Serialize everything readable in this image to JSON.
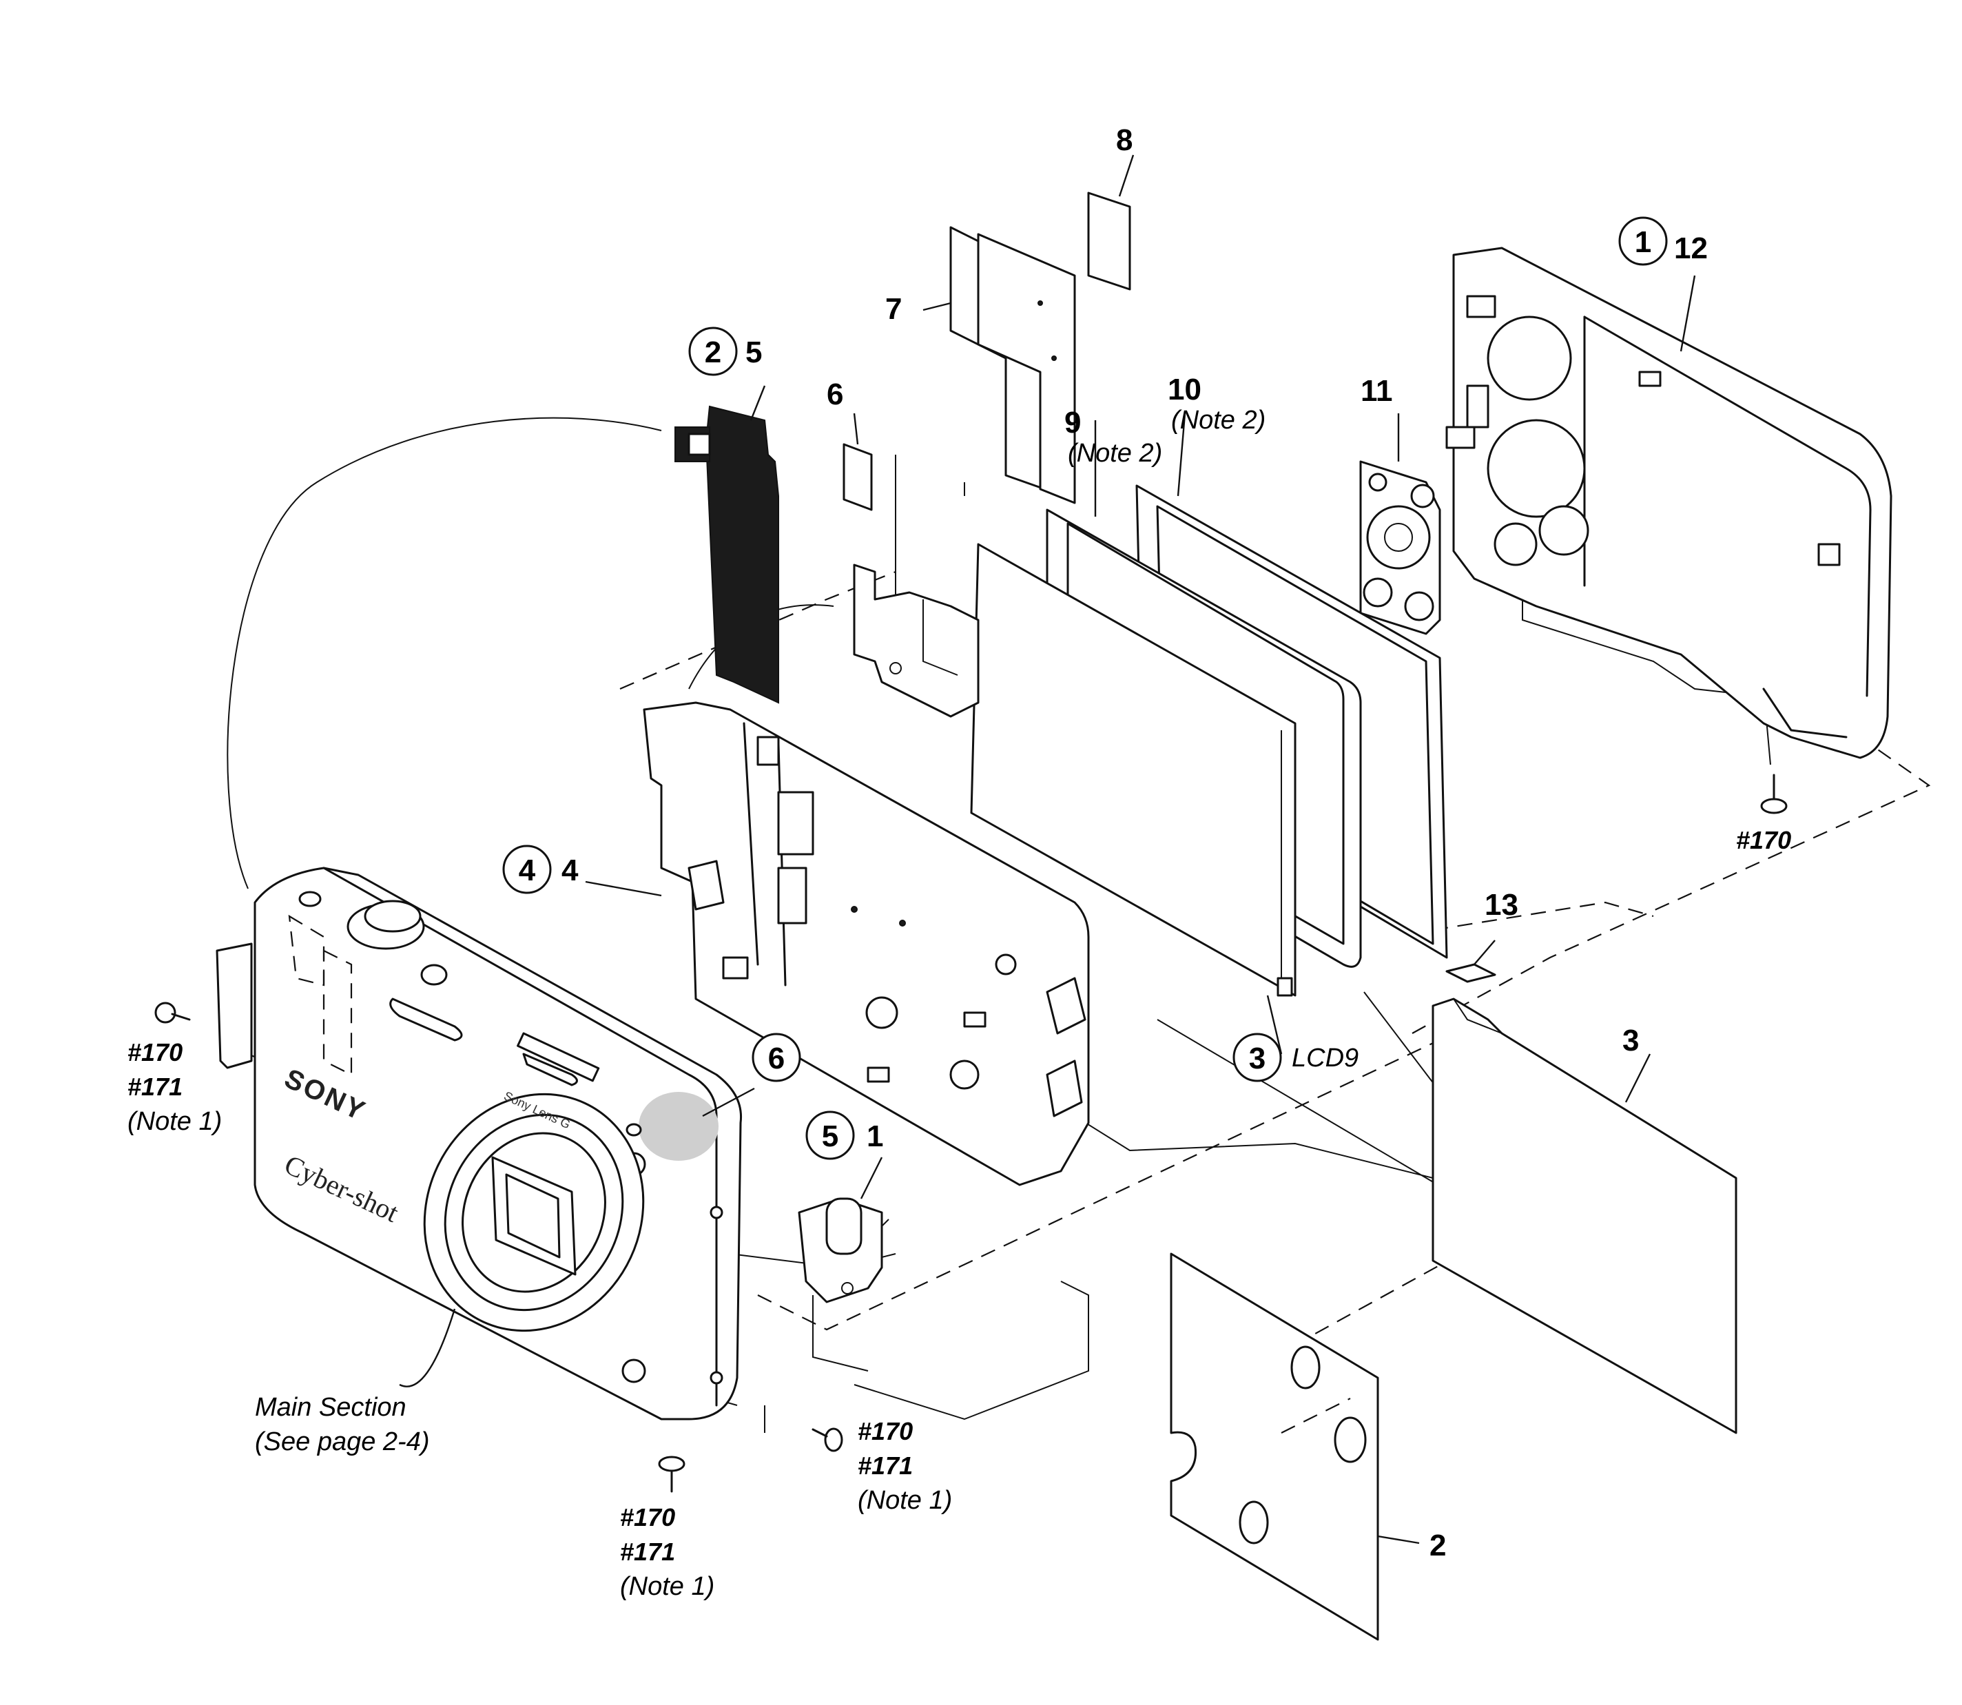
{
  "callouts": [
    {
      "id": "c1",
      "text": "1"
    },
    {
      "id": "c2",
      "text": "2"
    },
    {
      "id": "c3",
      "text": "3"
    },
    {
      "id": "c4",
      "text": "4"
    },
    {
      "id": "c5",
      "text": "5"
    },
    {
      "id": "c6",
      "text": "6"
    }
  ],
  "parts": {
    "p1": "1",
    "p2": "2",
    "p3": "3",
    "p4": "4",
    "p5": "5",
    "p6": "6",
    "p7": "7",
    "p8": "8",
    "p9": "9",
    "p10": "10",
    "p11": "11",
    "p12": "12",
    "p13": "13"
  },
  "notes": {
    "note2_a": "(Note 2)",
    "note2_b": "(Note 2)",
    "lcd": "LCD9",
    "main_section": "Main Section",
    "see_page": "(See page 2-4)"
  },
  "screws": {
    "s170_rear": "#170",
    "left_170": "#170",
    "left_171": "#171",
    "left_note": "(Note 1)",
    "bottom_170": "#170",
    "bottom_171": "#171",
    "bottom_note": "(Note 1)",
    "right_170": "#170",
    "right_171": "#171",
    "right_note": "(Note 1)"
  },
  "camera": {
    "brand": "SONY",
    "model": "Cyber-shot",
    "lens": "Sony Lens G"
  }
}
